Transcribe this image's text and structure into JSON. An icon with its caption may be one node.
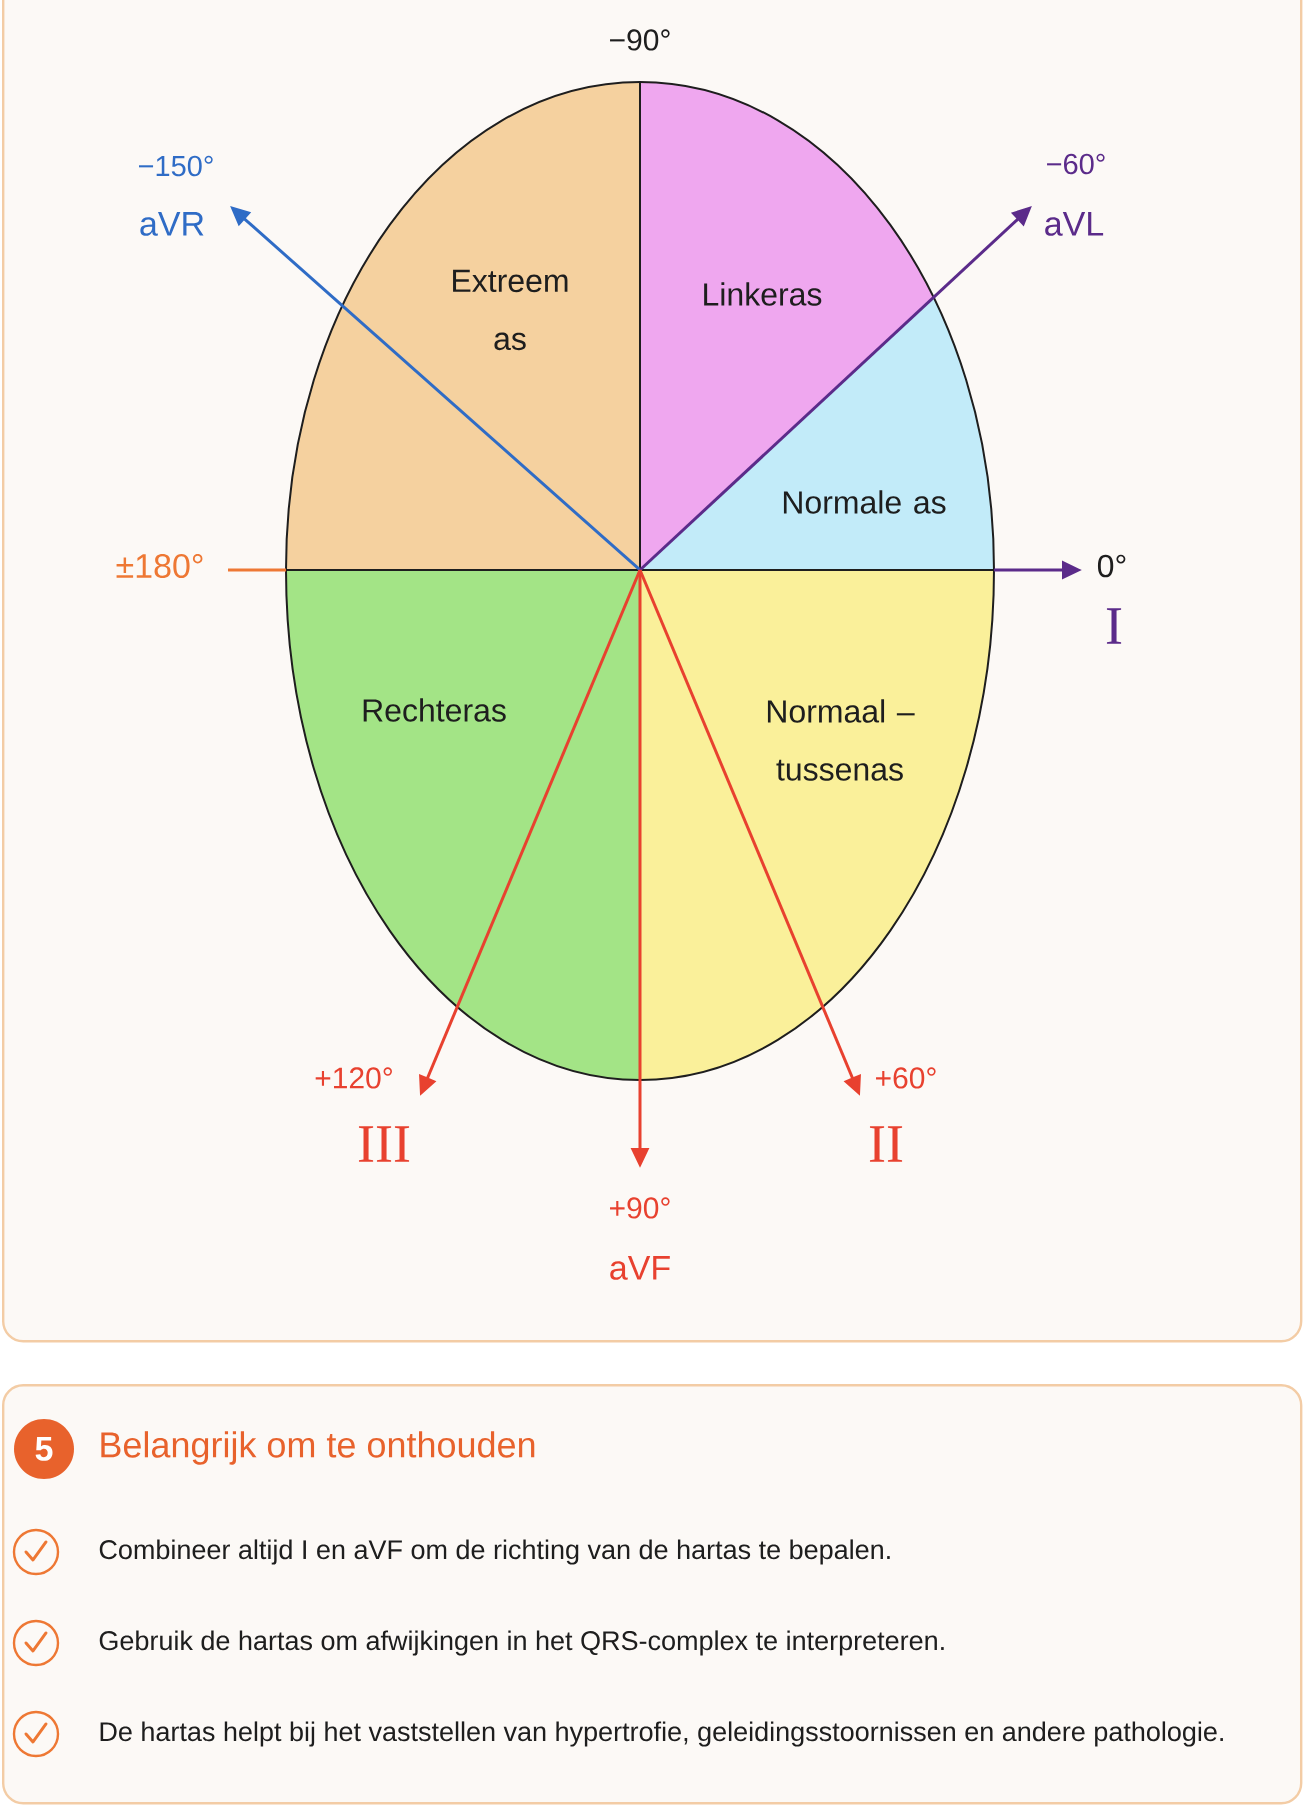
{
  "diagram": {
    "nodes": [
      {
        "text": [],
        "shape": "box"
      },
      {
        "text": [
          "Extreem as"
        ],
        "in": 0
      },
      {
        "text": [
          "Linkeras"
        ],
        "in": 0
      },
      {
        "text": [
          "Normale as"
        ],
        "in": 0
      },
      {
        "text": [
          "Rechteras"
        ],
        "in": 0
      },
      {
        "text": [
          "Normaal – tussenas"
        ],
        "in": 0
      },
      {
        "text": [
          "Belangrijk om te onthouden",
          "Combineer altijd I en aVF om de richting van de hartas te bepalen.",
          "Gebruik de hartas om afwijkingen in het QRS-complex te interpreteren.",
          "De hartas helpt bij het vaststellen van hypertrofie, geleidingsstoornissen en andere pathologie."
        ]
      },
      {
        "text": [
          "5"
        ],
        "in": 6
      }
    ],
    "labels": [
      "−90°",
      "−150°",
      "aVR",
      "−60°",
      "aVL",
      "±180°",
      "0°",
      "I",
      "+120°",
      "III",
      "+60°",
      "II",
      "+90°",
      "aVF"
    ]
  }
}
